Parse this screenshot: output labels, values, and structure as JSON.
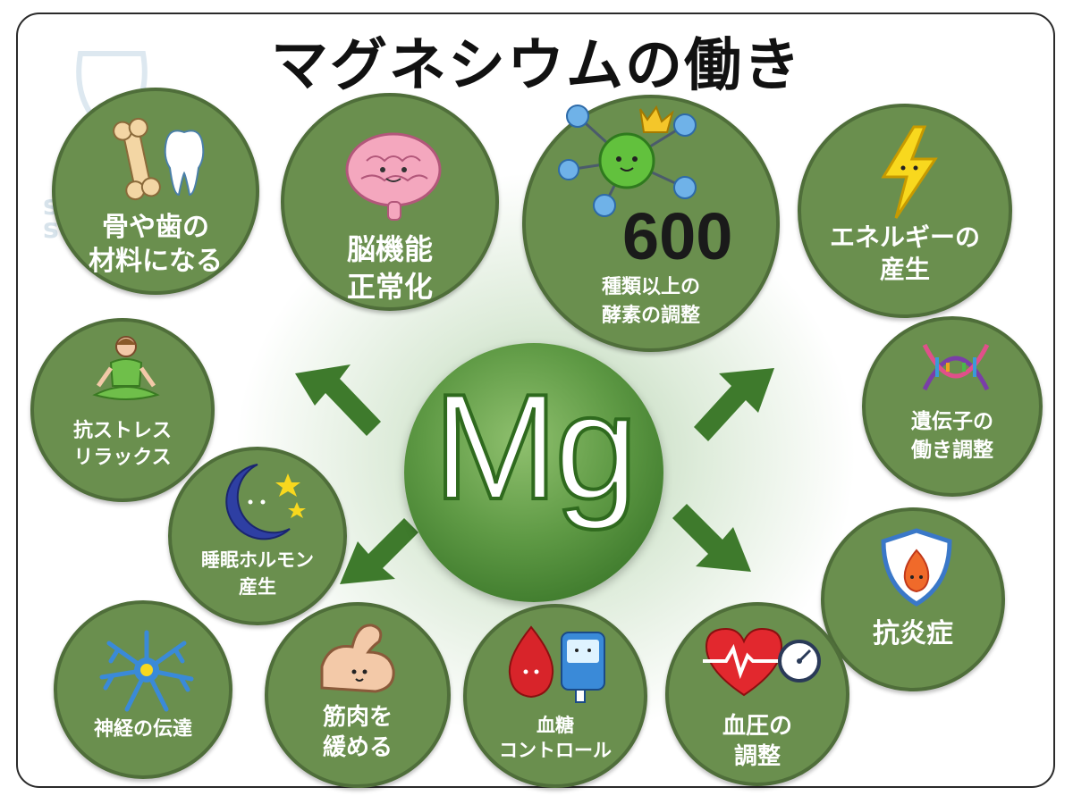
{
  "title": "マグネシウムの働き",
  "watermark": {
    "line1": "supplement",
    "line2": "somm"
  },
  "center": {
    "symbol": "Mg"
  },
  "nodes": {
    "bone": {
      "label": "骨や歯の\n材料になる"
    },
    "brain": {
      "label": "脳機能\n正常化"
    },
    "enzyme": {
      "number": "600",
      "label": "種類以上の\n酵素の調整"
    },
    "energy": {
      "label": "エネルギーの\n産生"
    },
    "stress": {
      "label": "抗ストレス\nリラックス"
    },
    "gene": {
      "label": "遺伝子の\n働き調整"
    },
    "sleep": {
      "label": "睡眠ホルモン\n産生"
    },
    "inflammation": {
      "label": "抗炎症"
    },
    "nerve": {
      "label": "神経の伝達"
    },
    "muscle": {
      "label": "筋肉を\n緩める"
    },
    "sugar": {
      "label": "血糖\nコントロール"
    },
    "pressure": {
      "label": "血圧の\n調整"
    }
  },
  "colors": {
    "node_fill": "#6a8f4e",
    "node_border": "#4f6e3a",
    "arrow": "#3e7a2c",
    "center": "#5f9a45"
  }
}
